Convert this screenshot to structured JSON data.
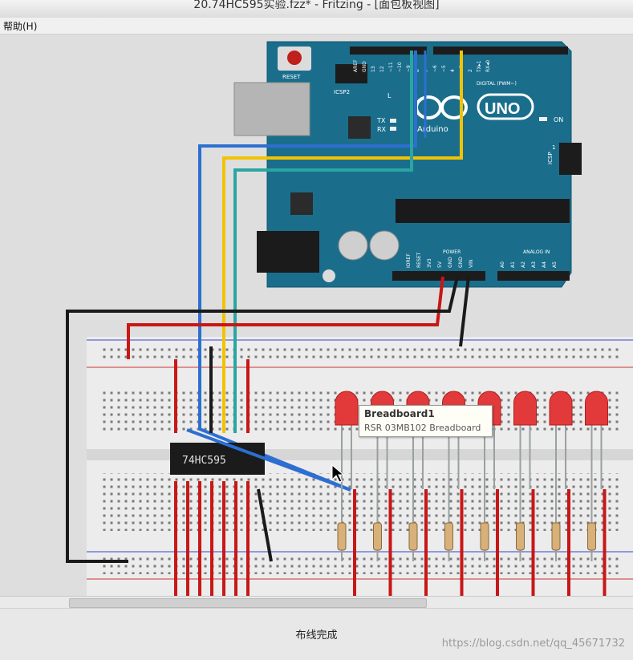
{
  "window": {
    "title": "20.74HC595实验.fzz* - Fritzing - [面包板视图]"
  },
  "menu": {
    "help": "帮助(H)"
  },
  "arduino": {
    "reset_label": "RESET",
    "icsp2_label": "ICSP2",
    "icsp_label": "ICSP",
    "l_label": "L",
    "tx_label": "TX",
    "rx_label": "RX",
    "logo_text": "UNO",
    "brand": "Arduino",
    "on_label": "ON",
    "digital_label": "DIGITAL (PWM~)",
    "power_label": "POWER",
    "analog_label": "ANALOG IN",
    "top_pins": [
      "AREF",
      "GND",
      "13",
      "12",
      "~11",
      "~10",
      "~9",
      "8",
      "7",
      "~6",
      "~5",
      "4",
      "~3",
      "2",
      "TX▸1",
      "RX◂0"
    ],
    "power_pins": [
      "IOREF",
      "RESET",
      "3V3",
      "5V",
      "GND",
      "GND",
      "VIN"
    ],
    "analog_pins": [
      "A0",
      "A1",
      "A2",
      "A3",
      "A4",
      "A5"
    ],
    "one_label": "1"
  },
  "chip": {
    "label": "74HC595"
  },
  "tooltip": {
    "title": "Breadboard1",
    "subtitle": "RSR 03MB102 Breadboard"
  },
  "status": {
    "message": "布线完成"
  },
  "watermark": "https://blog.csdn.net/qq_45671732",
  "colors": {
    "board": "#1a6e8c",
    "wire_blue": "#2d6fd1",
    "wire_yellow": "#f2c300",
    "wire_cyan": "#2aa6a2",
    "wire_red": "#c91616",
    "wire_black": "#1a1a1a",
    "led": "#e23a3a"
  },
  "leds": {
    "count": 8
  }
}
